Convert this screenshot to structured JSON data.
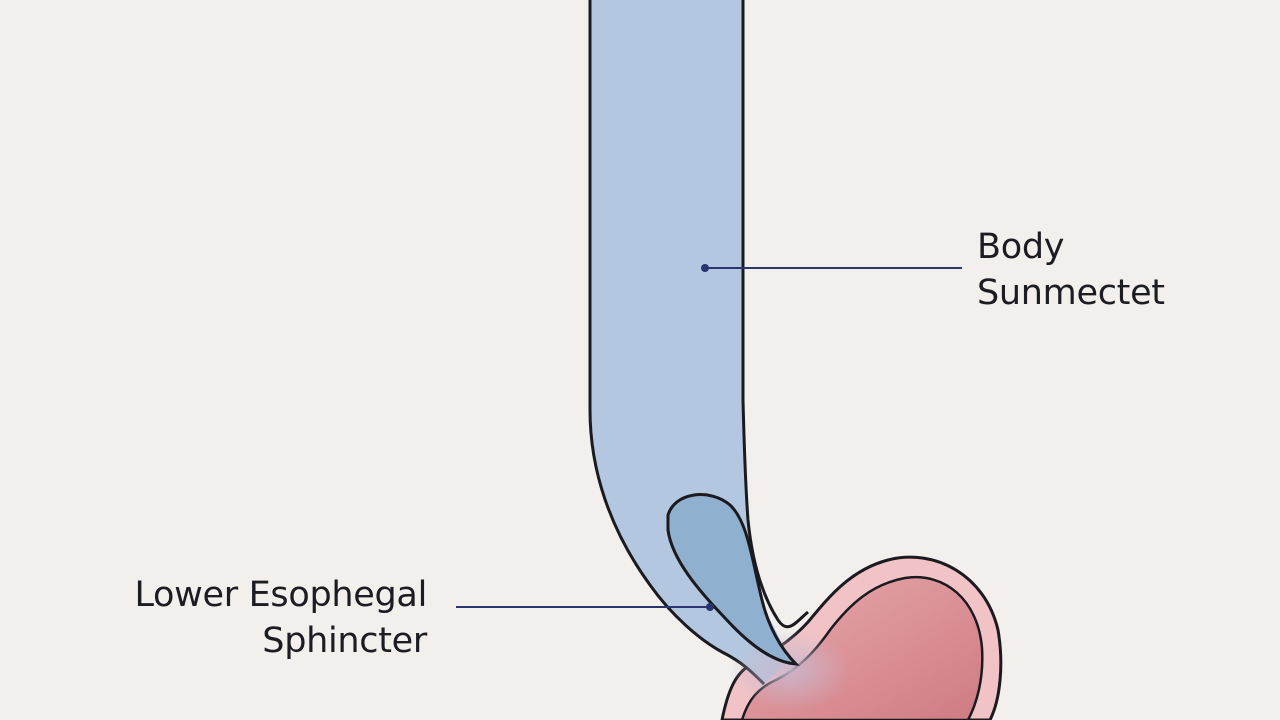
{
  "labels": {
    "body": {
      "line1": "Body",
      "line2": "Sunmectet"
    },
    "lower_esophageal_sphincter": {
      "line1": "Lower Esophegal",
      "line2": "Sphincter"
    }
  },
  "colors": {
    "background": "#f2efec",
    "esophagus_fill": "#b3c8e0",
    "sphincter_fill": "#8fb0cf",
    "stomach_outer": "#f1c3c6",
    "stomach_inner": "#d98a8f",
    "outline": "#1a1a1f",
    "leader_line": "#2a3570"
  }
}
